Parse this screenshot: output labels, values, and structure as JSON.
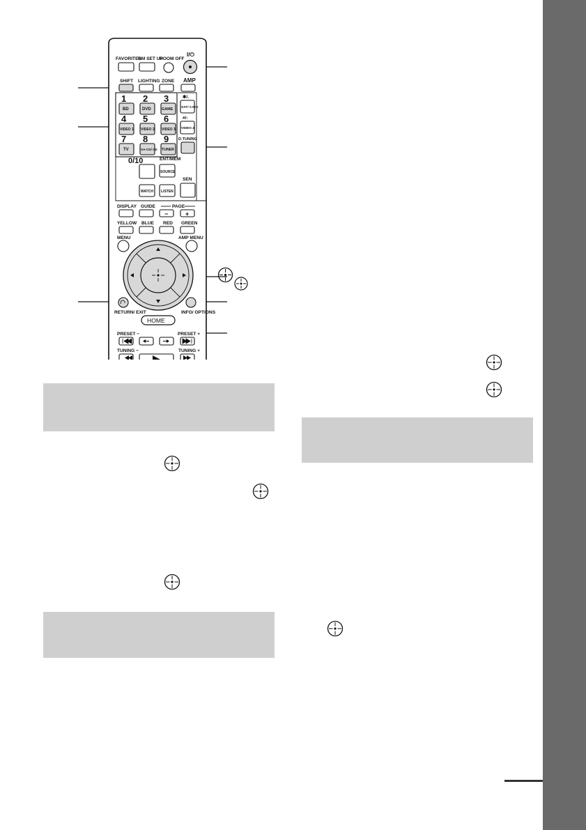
{
  "remote": {
    "top_labels": [
      "FAVORITES",
      "RM SET UP",
      "ROOM OFF"
    ],
    "power_label": "I/⏻",
    "row2_labels": [
      "SHIFT",
      "LIGHTING",
      "ZONE",
      "AMP"
    ],
    "digits": [
      "1",
      "2",
      "3",
      "4",
      "5",
      "6",
      "7",
      "8",
      "9"
    ],
    "input_buttons": [
      "BD",
      "DVD",
      "GAME",
      "VIDEO 1",
      "VIDEO 2",
      "VIDEO 3",
      "TV",
      "SA-CD/ CD",
      "TUNER"
    ],
    "right_col_top": [
      "✱/.",
      "SAT/ CATV",
      "#/-",
      "VIDEO 4",
      "D.TUNING"
    ],
    "zero_label": "0/10",
    "entmem_label": "ENT/MEM",
    "source_label": "SOURCE",
    "watch_label": "WATCH",
    "listen_label": "LISTEN",
    "sen_label": "SEN",
    "row_display": [
      "DISPLAY",
      "GUIDE",
      "PAGE"
    ],
    "page_minus": "−",
    "page_plus": "+",
    "color_labels": [
      "YELLOW",
      "BLUE",
      "RED",
      "GREEN"
    ],
    "menu_label": "MENU",
    "amp_menu_label": "AMP MENU",
    "return_label": "RETURN/ EXIT",
    "info_label": "INFO/ OPTIONS",
    "home_label": "HOME",
    "preset_minus": "PRESET −",
    "preset_plus": "PRESET +",
    "tuning_minus": "TUNING −",
    "tuning_plus": "TUNING +"
  }
}
